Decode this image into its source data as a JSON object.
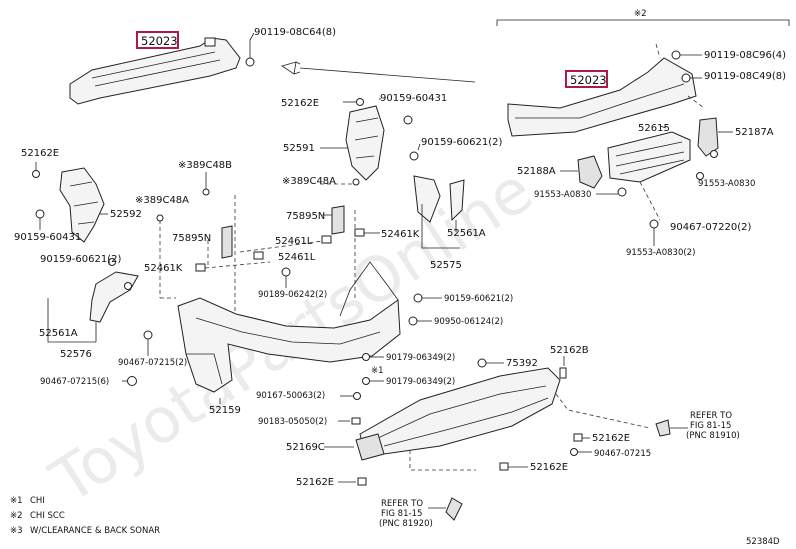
{
  "watermark": "ToyotaPartsOnline",
  "figure_code": "52384D",
  "scope_label": "※2",
  "refer_left": {
    "line1": "REFER TO",
    "line2": "FIG 81-15",
    "line3": "(PNC 81920)"
  },
  "refer_right": {
    "line1": "REFER TO",
    "line2": "FIG 81-15",
    "line3": "(PNC 81910)"
  },
  "legend": [
    {
      "mark": "※1",
      "text": "CHI"
    },
    {
      "mark": "※2",
      "text": "CHI  SCC"
    },
    {
      "mark": "※3",
      "text": "W/CLEARANCE & BACK SONAR"
    }
  ],
  "labels": {
    "l_52023_left": "52023",
    "l_52023_right": "52023",
    "l_90119_08c64": "90119-08C64(8)",
    "l_90119_08c96": "90119-08C96(4)",
    "l_90119_08c49": "90119-08C49(8)",
    "l_52162e_top": "52162E",
    "l_90159_60431_top": "90159-60431",
    "l_52591": "52591",
    "l_90159_60621_mid": "90159-60621(2)",
    "l_52615": "52615",
    "l_52187a": "52187A",
    "l_52188a": "52188A",
    "l_91553_a0830_a": "91553-A0830",
    "l_91553_a0830_b": "91553-A0830",
    "l_91553_a0830_c": "91553-A0830(2)",
    "l_90467_07220": "90467-07220(2)",
    "l_52162e_left": "52162E",
    "l_89c48b": "※389C48B",
    "l_89c48a_mid": "※389C48A",
    "l_89c48a_left": "※389C48A",
    "l_52592": "52592",
    "l_90159_60431_left": "90159-60431",
    "l_75895n_a": "75895N",
    "l_75895n_b": "75895N",
    "l_52461k_a": "52461K",
    "l_52461l_a": "52461L",
    "l_52461l_b": "52461L",
    "l_52461k_b": "52461K",
    "l_52561a_right": "52561A",
    "l_52575": "52575",
    "l_90159_60621_left": "90159-60621(2)",
    "l_90189_06242": "90189-06242(2)",
    "l_90159_60621_right": "90159-60621(2)",
    "l_90950_06124": "90950-06124(2)",
    "l_52561a_left": "52561A",
    "l_52576": "52576",
    "l_90467_07215_a": "90467-07215(2)",
    "l_90467_07215_b": "90467-07215(6)",
    "l_90179_06349_a": "90179-06349(2)",
    "l_mark1": "※1",
    "l_90179_06349_b": "90179-06349(2)",
    "l_75392": "75392",
    "l_52162b": "52162B",
    "l_52159": "52159",
    "l_90167_50063": "90167-50063(2)",
    "l_90183_05050": "90183-05050(2)",
    "l_52169c": "52169C",
    "l_52162e_br": "52162E",
    "l_90467_07215_c": "90467-07215",
    "l_52162e_br2": "52162E",
    "l_52162e_bottom": "52162E"
  }
}
